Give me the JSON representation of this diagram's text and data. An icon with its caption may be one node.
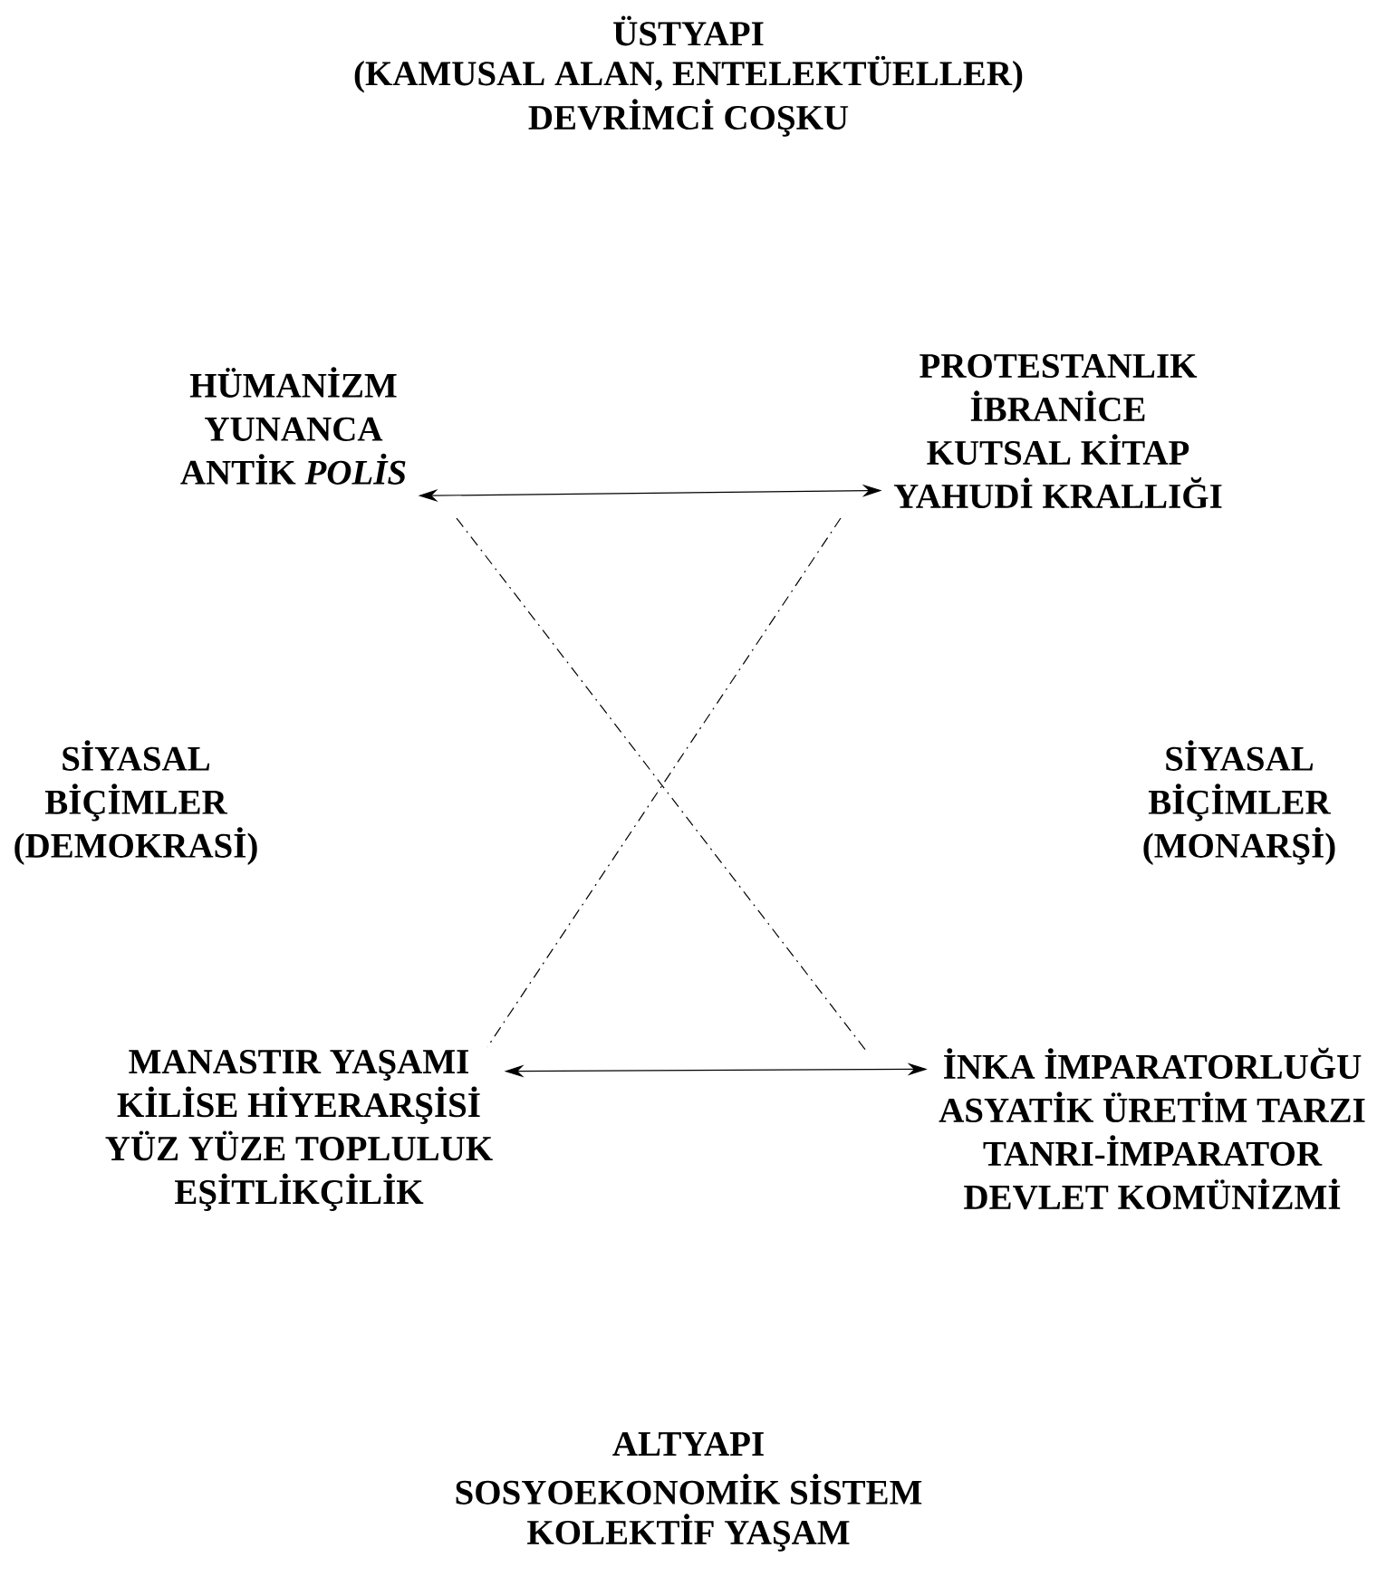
{
  "diagram": {
    "nodes": [
      {
        "text": [
          "HÜMANİZM",
          "YUNANCA",
          "ANTİK *POLİS*"
        ]
      },
      {
        "text": [
          "PROTESTANLIK",
          "İBRANİCE",
          "KUTSAL KİTAP",
          "YAHUDİ KRALLIĞI"
        ]
      },
      {
        "text": [
          "MANASTIR YAŞAMI",
          "KİLİSE HİYERARŞİSİ",
          "YÜZ YÜZE TOPLULUK",
          "EŞİTLİKÇİLİK"
        ]
      },
      {
        "text": [
          "İNKA İMPARATORLUĞU",
          "ASYATİK ÜRETİM TARZI",
          "TANRI-İMPARATOR",
          "DEVLET KOMÜNİZMİ"
        ]
      }
    ],
    "edges": [
      {
        "from": 0,
        "to": 1,
        "arrow": "both"
      },
      {
        "from": 2,
        "to": 3,
        "arrow": "both"
      },
      {
        "from": 0,
        "to": 3,
        "arrow": "none",
        "style": "dashed"
      },
      {
        "from": 1,
        "to": 2,
        "arrow": "none",
        "style": "dashed"
      }
    ],
    "labels": [
      "ÜSTYAPI",
      "(KAMUSAL ALAN, ENTELEKTÜELLER)",
      "DEVRİMCİ COŞKU",
      "SİYASAL BİÇİMLER (DEMOKRASİ)",
      "SİYASAL BİÇİMLER (MONARŞİ)",
      "ALTYAPI",
      "SOSYOEKONOMİK SİSTEM",
      "KOLEKTİF YAŞAM"
    ]
  }
}
